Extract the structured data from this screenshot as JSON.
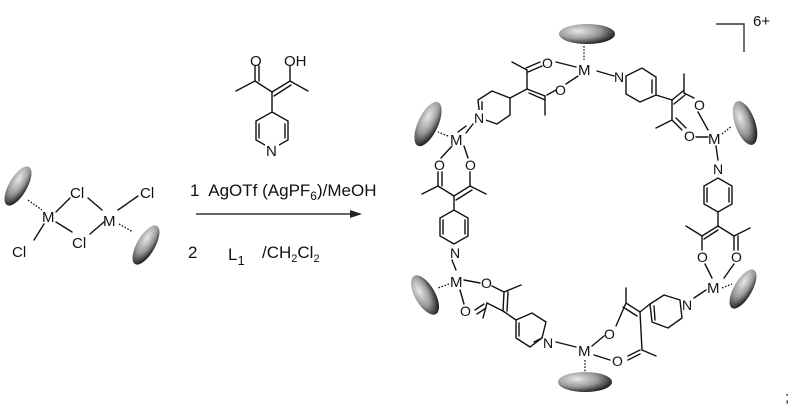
{
  "scheme": {
    "type": "reaction-scheme",
    "reactant": {
      "name": "dimeric metal chloride complex",
      "metal_label": "M",
      "chloride_label": "Cl",
      "bridging_chlorides": 2,
      "terminal_chlorides": 2
    },
    "ligand": {
      "name": "L1",
      "substituents": {
        "carbonyl": "O",
        "enol": "OH",
        "ring_nitrogen": "N"
      }
    },
    "conditions": {
      "step1_number": "1",
      "step1_text": "AgOTf (AgPF",
      "step1_sub": "6",
      "step1_tail": ")/MeOH",
      "step2_number": "2",
      "step2_ligand": "L",
      "step2_ligand_sub": "1",
      "step2_solvent_pre": "/CH",
      "step2_solvent_sub1": "2",
      "step2_solvent_mid": "Cl",
      "step2_solvent_sub2": "2"
    },
    "product": {
      "name": "hexanuclear metallamacrocycle",
      "metal_centers": 6,
      "charge": "6+",
      "metal_label": "M",
      "nitrogen_label": "N",
      "oxygen_label": "O"
    },
    "terminator": ";"
  }
}
